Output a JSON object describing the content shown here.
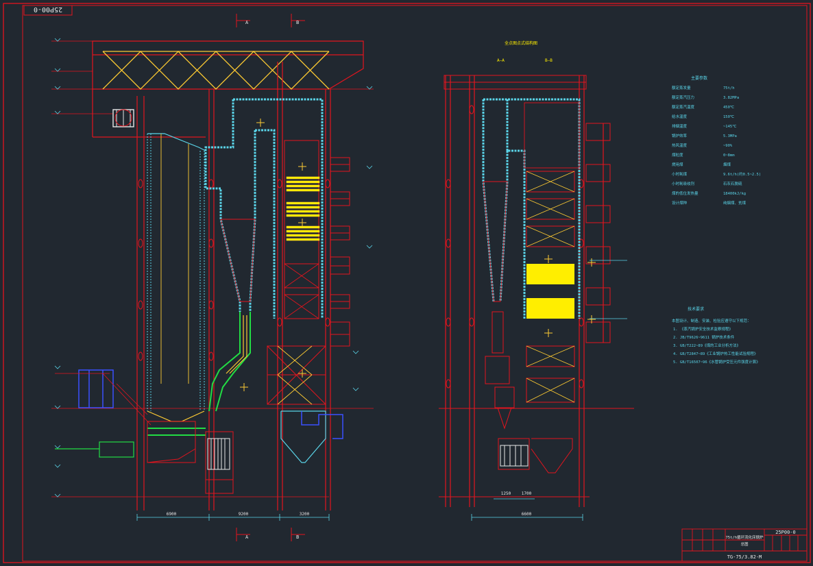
{
  "drawing_number": "25P00-0",
  "section_marks": {
    "a": "A",
    "b": "B"
  },
  "right_view": {
    "title": "全点图点式结构图",
    "view_labels": [
      "A—A",
      "B—B"
    ]
  },
  "tech_params": {
    "title": "主要参数",
    "rows": [
      {
        "label": "额定蒸发量",
        "value": "75t/h"
      },
      {
        "label": "额定蒸汽压力",
        "value": "3.82MPa"
      },
      {
        "label": "额定蒸汽温度",
        "value": "450℃"
      },
      {
        "label": "给水温度",
        "value": "150℃"
      },
      {
        "label": "排烟温度",
        "value": "~145℃"
      },
      {
        "label": "锅炉效率",
        "value": "5.3MPa"
      },
      {
        "label": "热风温度",
        "value": "~90%"
      },
      {
        "label": "煤粒度",
        "value": "0~8mm"
      },
      {
        "label": "燃用煤",
        "value": "烟煤"
      },
      {
        "label": "小时耗煤",
        "value": "9.6t/h(约0.5~2.5)"
      },
      {
        "label": "小时耗吸收剂",
        "value": "石灰石脱硫"
      },
      {
        "label": "煤的低位发热量",
        "value": "18400kJ/kg"
      },
      {
        "label": "设计煤种",
        "value": "纯烟煤、贫煤"
      }
    ]
  },
  "notes": {
    "title": "技术要求",
    "intro": "本图设计、制造、安装、检验应遵守以下规范：",
    "items": [
      "1. 《蒸汽锅炉安全技术监察规程》",
      "2. JB/T9626~9611 锅炉技术条件",
      "3. GB/T222~89《煤的工业分析方法》",
      "4. GB/T2847~89《工业锅炉热工性能试验规程》",
      "5. GB/T16507~96《水管锅炉受压元件强度计算》"
    ]
  },
  "title_block": {
    "drawing_title": "75t/h循环流化床锅炉",
    "drawing_subtitle": "总图",
    "code": "TG-75/3.82-M",
    "number": "25P00-0"
  },
  "dimensions": {
    "bottom_total_left": "6900",
    "bottom_total_mid": "9200",
    "bottom_total_right": "3200",
    "right_width": "6600",
    "d1": "1250",
    "d2": "1700"
  }
}
